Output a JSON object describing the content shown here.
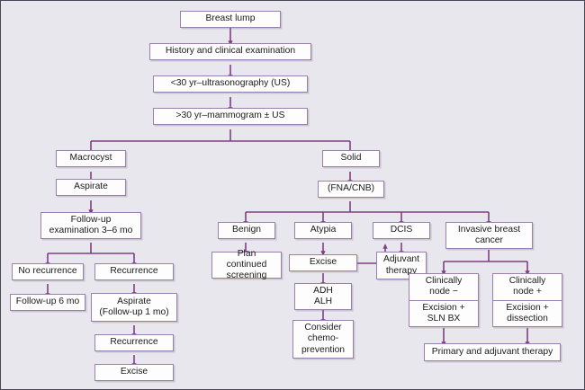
{
  "diagram": {
    "title": "Breast lump evaluation algorithm",
    "colors": {
      "background": "#e9e7ee",
      "box_fill": "#fdfdfd",
      "box_border": "#9b7faf",
      "connector": "#7e3f84",
      "frame": "#4b4656",
      "text": "#1a1a1a"
    },
    "nodes": [
      {
        "id": "breast-lump",
        "label": "Breast lump"
      },
      {
        "id": "history-exam",
        "label": "History and clinical examination"
      },
      {
        "id": "under-30-us",
        "label": "<30 yr–ultrasonography (US)"
      },
      {
        "id": "over-30-mammogram",
        "label": ">30 yr–mammogram ± US"
      },
      {
        "id": "macrocyst",
        "label": "Macrocyst"
      },
      {
        "id": "aspirate",
        "label": "Aspirate"
      },
      {
        "id": "followup-exam",
        "label": "Follow-up\nexamination 3–6 mo"
      },
      {
        "id": "no-recurrence",
        "label": "No recurrence"
      },
      {
        "id": "recurrence-1",
        "label": "Recurrence"
      },
      {
        "id": "followup-6mo",
        "label": "Follow-up 6 mo"
      },
      {
        "id": "aspirate-followup-1mo",
        "label": "Aspirate\n(Follow-up 1 mo)"
      },
      {
        "id": "recurrence-2",
        "label": "Recurrence"
      },
      {
        "id": "excise-cyst",
        "label": "Excise"
      },
      {
        "id": "solid",
        "label": "Solid"
      },
      {
        "id": "fna-cnb",
        "label": "(FNA/CNB)"
      },
      {
        "id": "benign",
        "label": "Benign"
      },
      {
        "id": "plan-screening",
        "label": "Plan continued\nscreening"
      },
      {
        "id": "atypia",
        "label": "Atypia"
      },
      {
        "id": "excise-atypia",
        "label": "Excise"
      },
      {
        "id": "adh-alh",
        "label": "ADH\nALH"
      },
      {
        "id": "consider-chemoprevention",
        "label": "Consider\nchemo-\nprevention"
      },
      {
        "id": "dcis",
        "label": "DCIS"
      },
      {
        "id": "adjuvant-therapy",
        "label": "Adjuvant\ntherapy"
      },
      {
        "id": "invasive-breast-cancer",
        "label": "Invasive breast\ncancer"
      },
      {
        "id": "node-negative-top",
        "label": "Clinically\nnode −"
      },
      {
        "id": "node-negative-bottom",
        "label": "Excision +\nSLN BX"
      },
      {
        "id": "node-positive-top",
        "label": "Clinically\nnode +"
      },
      {
        "id": "node-positive-bottom",
        "label": "Excision +\ndissection"
      },
      {
        "id": "primary-adjuvant",
        "label": "Primary and adjuvant therapy"
      }
    ]
  }
}
